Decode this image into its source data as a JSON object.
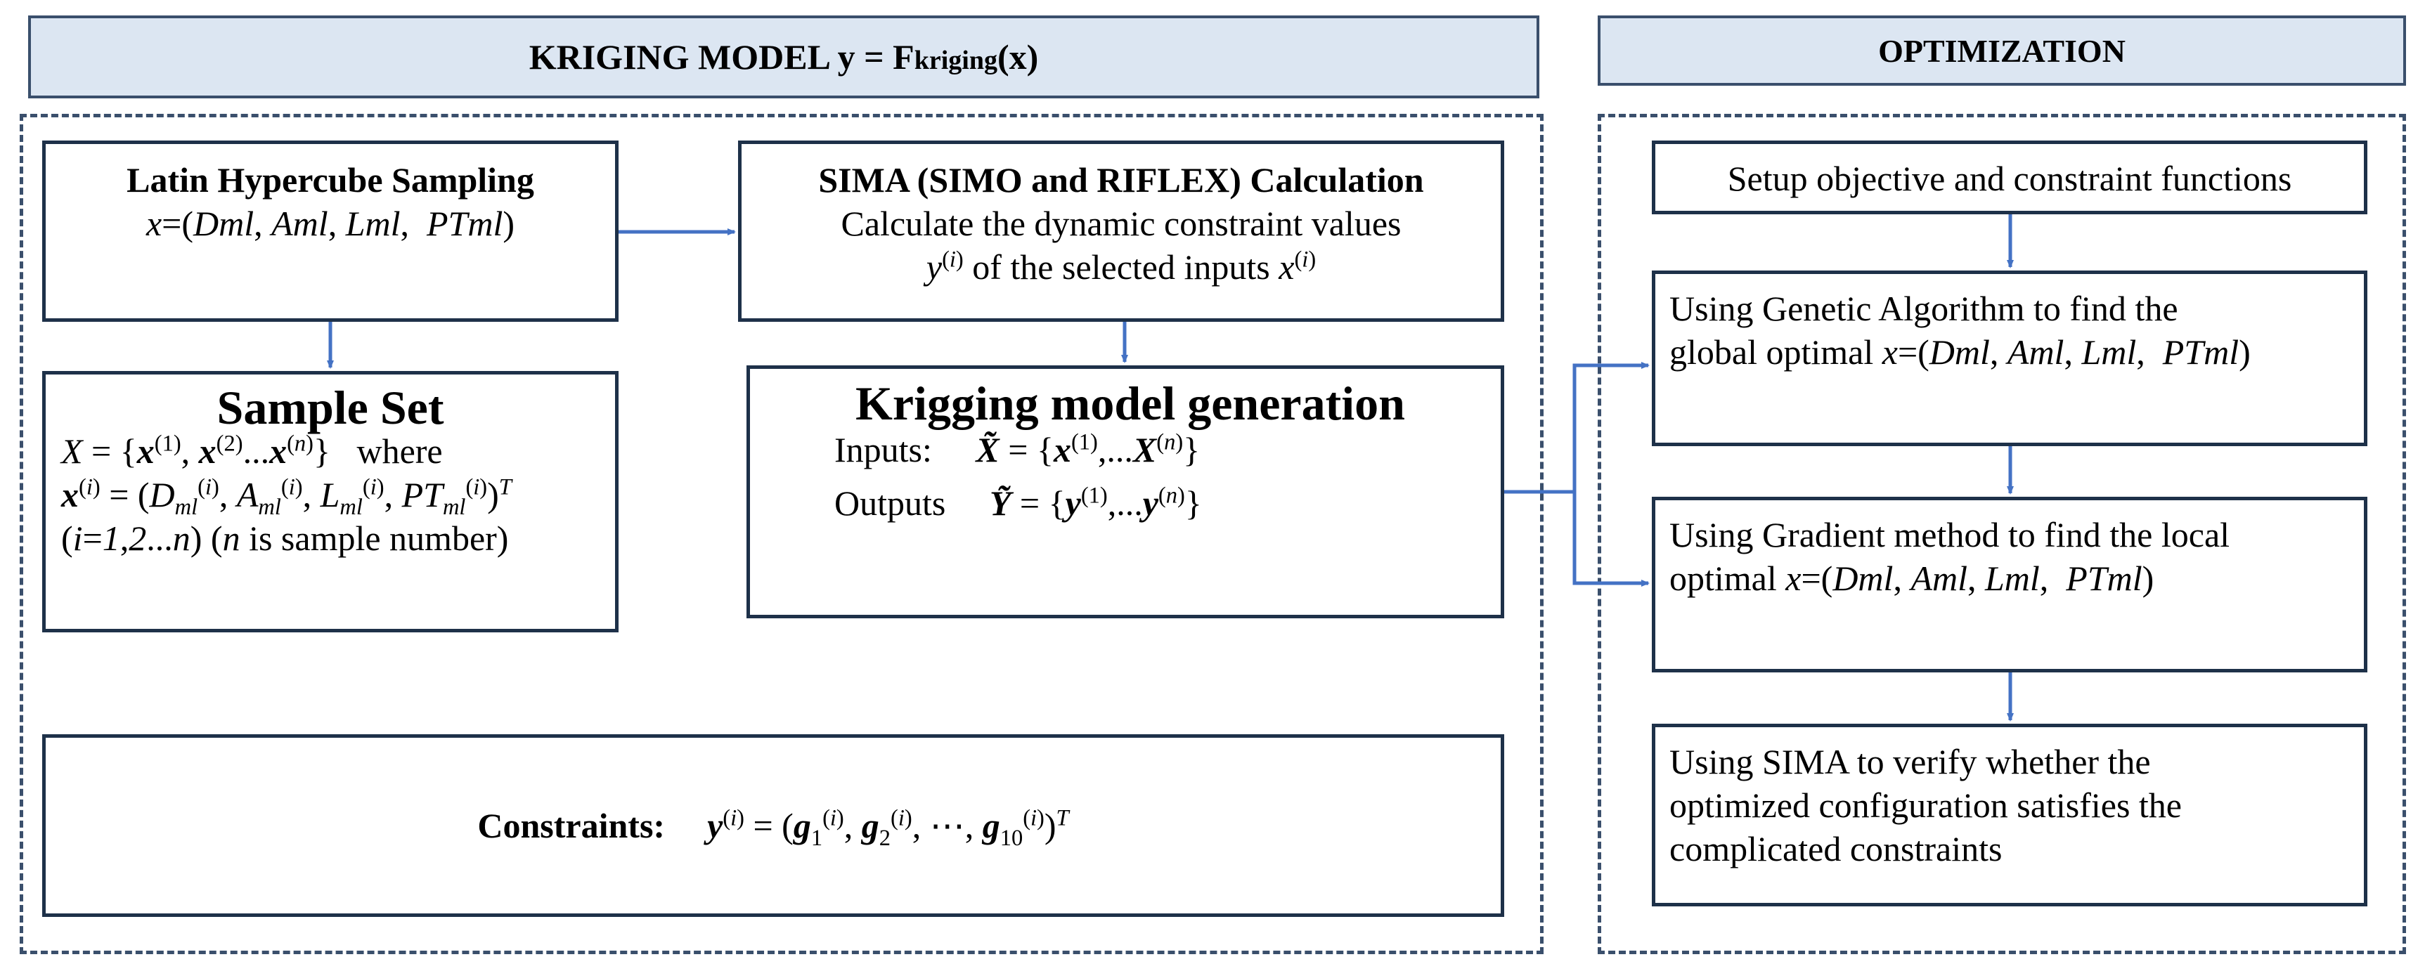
{
  "headers": {
    "kriging": "KRIGING MODEL y = F",
    "kriging_sub": "kriging",
    "kriging_tail": "(x)",
    "optimization": "OPTIMIZATION"
  },
  "lhs": {
    "title": "Latin Hypercube Sampling",
    "vector": "x=(Dml, Aml, Lml,  PTml)"
  },
  "sima_calc": {
    "title": "SIMA (SIMO and RIFLEX)  Calculation",
    "line1": "Calculate the dynamic constraint values",
    "line2_pre": "y",
    "line2_sup": "(i)",
    "line2_mid": " of the selected inputs ",
    "line2_x": "x",
    "line2_xsup": "(i)"
  },
  "sample_set": {
    "title": "Sample Set",
    "set_eq": "X = {x(1), x(2)...x(n)}",
    "where": "where",
    "xi_eq": "x(i) = (Dml(i), Aml(i), Lml(i), PTml(i))T",
    "index": "(i=1,2...n) (n is sample number)"
  },
  "kriging_gen": {
    "title": "Krigging model generation",
    "inputs_label": "Inputs:",
    "inputs_eq": "X̃ = {x(1),...X(n)}",
    "outputs_label": "Outputs",
    "outputs_eq": "Ỹ = {y(1),...y(n)}"
  },
  "constraints": {
    "label": "Constraints:",
    "eq": "y(i) = (g1(i), g2(i), ..., g10(i))T"
  },
  "optimization": {
    "step1": "Setup objective and constraint functions",
    "step2_l1": "Using Genetic Algorithm to find the",
    "step2_l2": "global optimal x=(Dml, Aml, Lml,  PTml)",
    "step3_l1": "Using Gradient method to find the local",
    "step3_l2": "optimal x=(Dml, Aml, Lml,  PTml)",
    "step4_l1": "Using SIMA to verify whether the",
    "step4_l2": "optimized configuration satisfies the",
    "step4_l3": "complicated constraints"
  },
  "colors": {
    "arrow": "#4472c4",
    "header_fill": "#dce6f2",
    "border": "#1e3149"
  }
}
